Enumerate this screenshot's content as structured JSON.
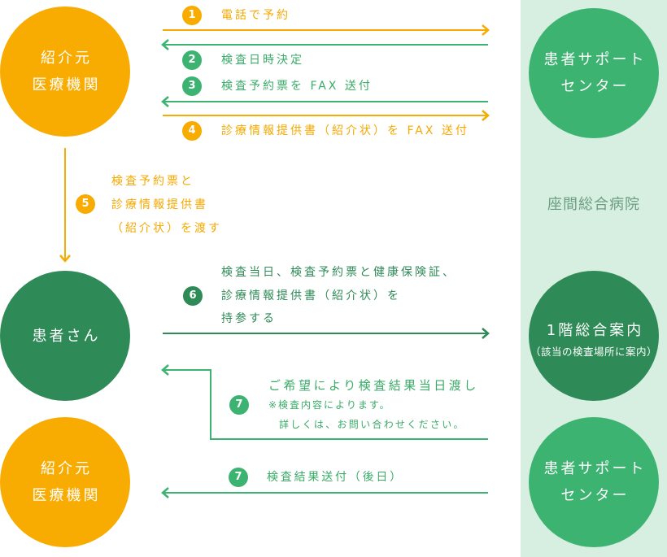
{
  "hospital_name": "座間総合病院",
  "nodes": {
    "referring_clinic_top": {
      "lines": [
        "紹介元",
        "医療機関"
      ]
    },
    "support_center_top": {
      "lines": [
        "患者サポート",
        "センター"
      ]
    },
    "patient": {
      "label": "患者さん"
    },
    "reception_1f": {
      "title": "1階総合案内",
      "subtitle": "（該当の検査場所に案内）"
    },
    "referring_clinic_bottom": {
      "lines": [
        "紹介元",
        "医療機関"
      ]
    },
    "support_center_bottom": {
      "lines": [
        "患者サポート",
        "センター"
      ]
    }
  },
  "steps": [
    {
      "number": "1",
      "lines": [
        "電話で予約"
      ],
      "direction": "clinic → support center"
    },
    {
      "number": "2",
      "lines": [
        "検査日時決定"
      ],
      "direction": "support center → clinic"
    },
    {
      "number": "3",
      "lines": [
        "検査予約票を FAX 送付"
      ],
      "direction": "support center → clinic"
    },
    {
      "number": "4",
      "lines": [
        "診療情報提供書（紹介状）を FAX 送付"
      ],
      "direction": "clinic → support center"
    },
    {
      "number": "5",
      "lines": [
        "検査予約票と",
        "診療情報提供書",
        "（紹介状）を渡す"
      ],
      "direction": "clinic → patient"
    },
    {
      "number": "6",
      "lines": [
        "検査当日、検査予約票と健康保険証、",
        "診療情報提供書（紹介状）を",
        "持参する"
      ],
      "direction": "patient → 1F reception"
    },
    {
      "number": "7",
      "lines": [
        "ご希望により検査結果当日渡し"
      ],
      "notes": [
        "※検査内容によります。",
        "詳しくは、お問い合わせください。"
      ],
      "direction": "support center → patient"
    },
    {
      "number": "7",
      "lines": [
        "検査結果送付（後日）"
      ],
      "direction": "support center → clinic"
    }
  ],
  "colors": {
    "orange": "#f8ab00",
    "green": "#3db371",
    "dark_green": "#2e8a57",
    "panel": "#d7efe1",
    "hospital_text": "#6b9e80"
  }
}
